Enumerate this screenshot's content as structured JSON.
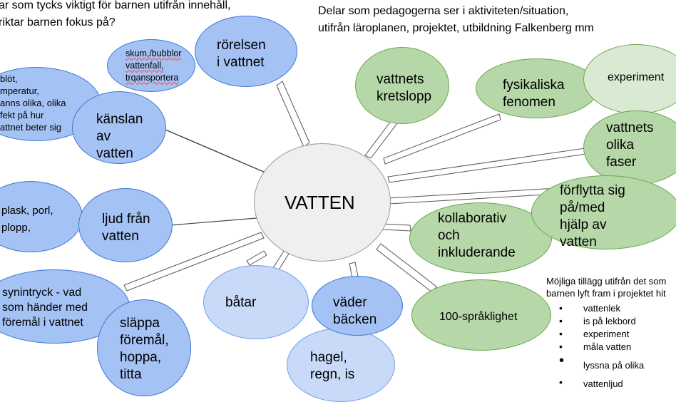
{
  "header_left": "ar som tycks viktigt för barnen utifrån innehåll,\n riktar barnen fokus på?",
  "header_right": "Delar som pedagogerna ser i aktiviteten/situation,\nutifrån läroplanen, projektet, utbildning Falkenberg mm",
  "center": "VATTEN",
  "left_bubbles": {
    "rorelsen": "rörelsen\ni vattnet",
    "skum": "skum,/bubblor\nvattenfall,\ntrqansportera",
    "blot": " blöt,\nmperatur,\nanns olika, olika\nfekt på hur\nattnet beter sig",
    "kanslan": "känslan\nav\nvatten",
    "plask": "plask, porl,\nplopp,",
    "ljud": "ljud från\nvatten",
    "synintryck": "synintryck - vad\nsom händer med\nföremål i vattnet",
    "slappa": "släppa\nföremål,\nhoppa,\ntitta",
    "batar": "båtar",
    "vader": "väder\nbäcken",
    "hagel": "hagel,\nregn, is"
  },
  "right_bubbles": {
    "kretslopp": "vattnets\nkretslopp",
    "fysikaliska": "fysikaliska\nfenomen",
    "experiment": "experiment",
    "faser": "vattnets\nolika\nfaser",
    "forflytta": "förflytta sig\npå/med\nhjälp av\nvatten",
    "kollaborativ": "kollaborativ\noch\ninkluderande",
    "sprak": "100-språklighet"
  },
  "notes": {
    "heading": "Möjliga tillägg utifrån det som\nbarnen lyft fram i projektet hit",
    "items": [
      "vattenlek",
      "is på lekbord",
      "experiment",
      "måla vatten",
      "lyssna på olika",
      "vattenljud"
    ]
  },
  "colors": {
    "child_bubble": "#a4c2f4",
    "child_bubble_light": "#c9daf8",
    "pedagogue_bubble": "#b6d7a8",
    "pedagogue_bubble_light": "#d9ead3",
    "center": "#efefef"
  }
}
